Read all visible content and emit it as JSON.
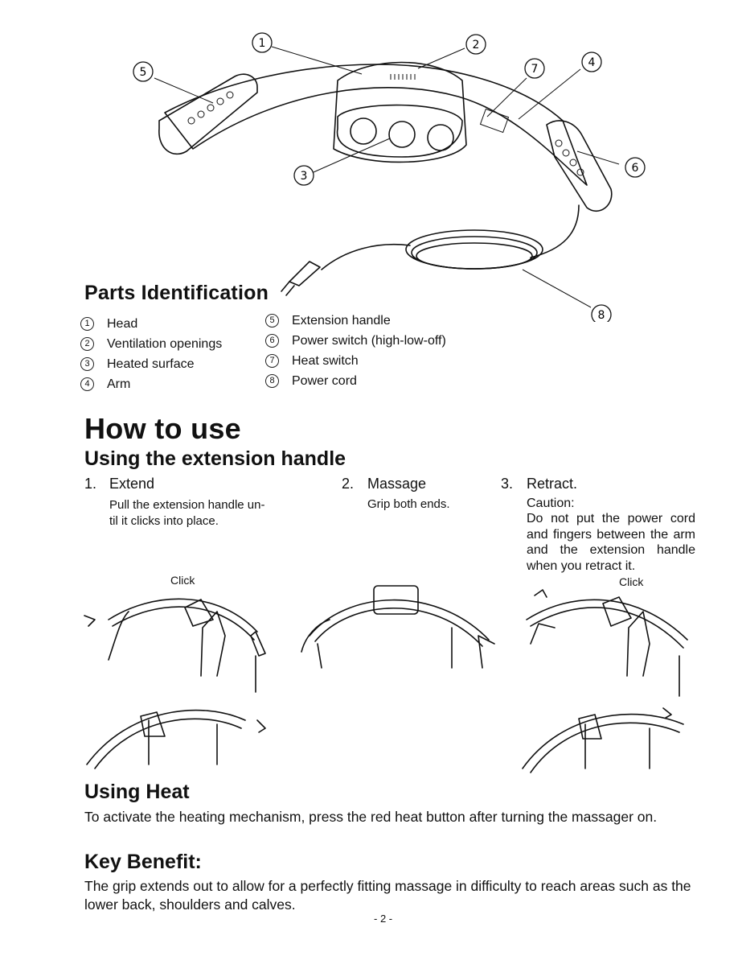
{
  "diagram": {
    "callouts": [
      "1",
      "2",
      "3",
      "4",
      "5",
      "6",
      "7",
      "8"
    ]
  },
  "parts": {
    "title": "Parts Identification",
    "items": [
      {
        "num": "1",
        "label": "Head"
      },
      {
        "num": "2",
        "label": "Ventilation openings"
      },
      {
        "num": "3",
        "label": "Heated surface"
      },
      {
        "num": "4",
        "label": "Arm"
      },
      {
        "num": "5",
        "label": "Extension handle"
      },
      {
        "num": "6",
        "label": "Power switch (high-low-off)"
      },
      {
        "num": "7",
        "label": "Heat switch"
      },
      {
        "num": "8",
        "label": "Power cord"
      }
    ]
  },
  "how_to_use": {
    "title": "How to use",
    "subtitle": "Using the extension handle",
    "steps": [
      {
        "num": "1.",
        "title": "Extend",
        "text_line1": "Pull the extension handle un-",
        "text_line2": "til it clicks into place."
      },
      {
        "num": "2.",
        "title": "Massage",
        "text_line1": "Grip both ends."
      },
      {
        "num": "3.",
        "title": "Retract.",
        "caution_title": "Caution:",
        "caution_text": "Do not put the power cord and fingers between the arm and the extension handle when you retract it."
      }
    ],
    "click_label_left": "Click",
    "click_label_right": "Click"
  },
  "heat": {
    "title": "Using Heat",
    "text": "To activate the heating mechanism, press the red heat button after turning the massager on."
  },
  "benefit": {
    "title": "Key Benefit:",
    "text": "The grip extends out to allow for a perfectly fitting massage in difficulty to reach areas such as the lower back, shoulders and calves."
  },
  "page_number": "- 2 -"
}
